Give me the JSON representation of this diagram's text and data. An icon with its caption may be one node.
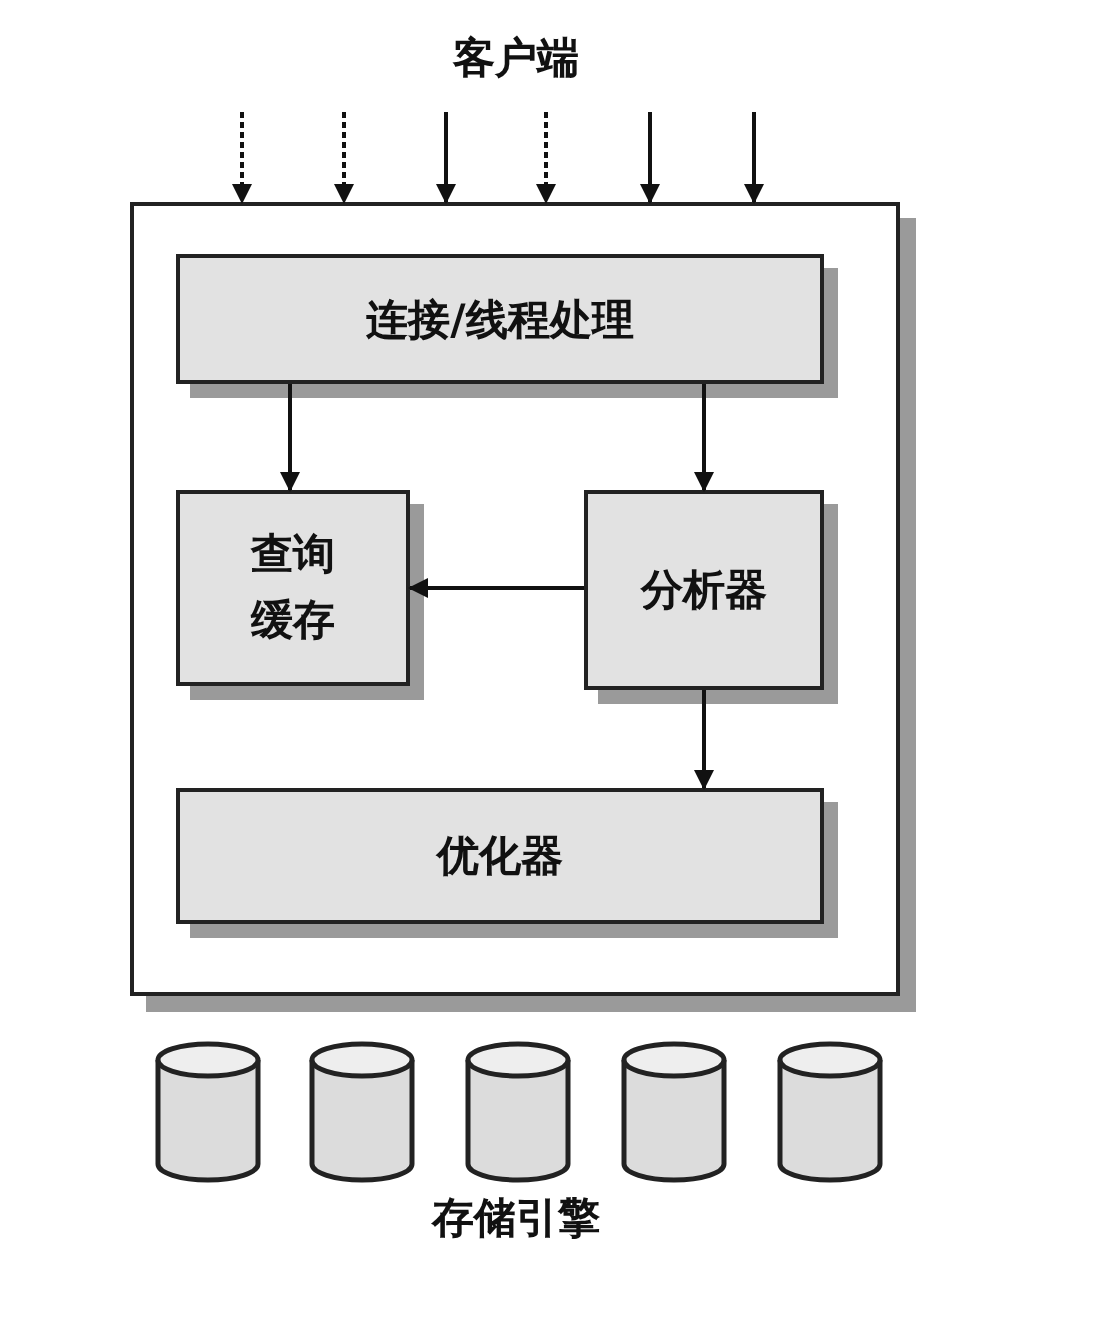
{
  "diagram": {
    "nodes": [
      {
        "text": [],
        "shape": "box"
      },
      {
        "text": [
          "连接/线程处理"
        ],
        "in": 0
      },
      {
        "text": [
          "查询缓存"
        ],
        "in": 0
      },
      {
        "text": [
          "分析器"
        ],
        "in": 0
      },
      {
        "text": [
          "优化器"
        ],
        "in": 0
      },
      {
        "text": [],
        "shape": "cylinder"
      },
      {
        "text": [],
        "shape": "cylinder"
      },
      {
        "text": [],
        "shape": "cylinder"
      },
      {
        "text": [],
        "shape": "cylinder"
      },
      {
        "text": [],
        "shape": "cylinder"
      }
    ],
    "edges": [
      {
        "from": null,
        "to": 0,
        "arrow": "to",
        "style": "dashed"
      },
      {
        "from": null,
        "to": 0,
        "arrow": "to",
        "style": "dashed"
      },
      {
        "from": null,
        "to": 0,
        "arrow": "to"
      },
      {
        "from": null,
        "to": 0,
        "arrow": "to",
        "style": "dashed"
      },
      {
        "from": null,
        "to": 0,
        "arrow": "to"
      },
      {
        "from": null,
        "to": 0,
        "arrow": "to"
      },
      {
        "from": 1,
        "to": 2,
        "arrow": "to"
      },
      {
        "from": 1,
        "to": 3,
        "arrow": "to"
      },
      {
        "from": 3,
        "to": 2,
        "arrow": "to"
      },
      {
        "from": 3,
        "to": 4,
        "arrow": "to"
      }
    ],
    "labels": [
      "客户端",
      "存储引擎"
    ]
  }
}
